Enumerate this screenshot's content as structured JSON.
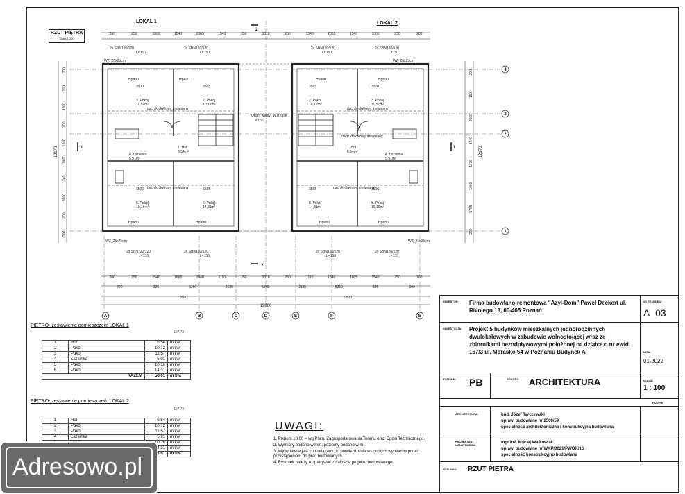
{
  "plan": {
    "title": "RZUT PIĘTRA",
    "scale_label": "Skala 1:100",
    "lokal_1": "LOKAL 1",
    "lokal_2": "LOKAL 2",
    "section_mark": "2",
    "section_mark_side": "1",
    "top_dims": [
      "200",
      "250",
      "1000",
      "1540",
      "2065",
      "1540",
      "250",
      "3310",
      "250",
      "1540",
      "2065",
      "1540",
      "1000",
      "250",
      "200"
    ],
    "bottom_dims_1": [
      "200",
      "250",
      "1540",
      "1665",
      "1540",
      "1110",
      "250",
      "3310",
      "250",
      "1110",
      "1540",
      "1665",
      "1540",
      "250",
      "200"
    ],
    "bottom_dims_2": [
      "200",
      "325",
      "5260",
      "2135",
      "1780",
      "2135",
      "5260",
      "325",
      "200"
    ],
    "bottom_dims_3": [
      "9500",
      "9500"
    ],
    "bottom_total": "19000",
    "axes_x": [
      "A",
      "B",
      "C",
      "D",
      "E",
      "F",
      "B"
    ],
    "axes_y": [
      "4",
      "3",
      "2",
      "1"
    ],
    "left_dims": [
      "200",
      "150",
      "1300",
      "200",
      "1240",
      "1860",
      "1240",
      "3600",
      "200",
      "200"
    ],
    "left_total": "12170",
    "right_dims": [
      "200",
      "150",
      "2560",
      "1240",
      "1175",
      "1860",
      "5755",
      "200"
    ],
    "right_total": "12170",
    "lintel_left": "2x SBN120/120",
    "lintel_length": "L=150",
    "window_label_1": "WZ_25x25cm",
    "window_label_2": "WZ_25x25cm",
    "hp": "Hp=80",
    "ceiling_note": "dach krokwiowy drewniany",
    "shaft_note": "Otwór wentyl. w stropie",
    "shaft_dim": "ø150",
    "rooms_l1": [
      {
        "no": "3. Pokój",
        "area": "11,57m²",
        "w": "3500"
      },
      {
        "no": "2. Pokój",
        "area": "10,12m²",
        "w": "3565"
      },
      {
        "no": "1. Hol",
        "area": "6,54m²",
        "w": ""
      },
      {
        "no": "4. Łazienka",
        "area": "5,91m²",
        "w": ""
      },
      {
        "no": "5. Pokój",
        "area": "10,16m²",
        "w": "3500"
      },
      {
        "no": "6. Pokój",
        "area": "14,31m²",
        "w": "3565"
      }
    ],
    "rooms_l2": [
      {
        "no": "2. Pokój",
        "area": "10,12m²",
        "w": "3565"
      },
      {
        "no": "3. Pokój",
        "area": "11,57m²",
        "w": "3500"
      },
      {
        "no": "1. Hol",
        "area": "6,54m²",
        "w": ""
      },
      {
        "no": "4. Łazienka",
        "area": "5,91m²",
        "w": ""
      },
      {
        "no": "6. Pokój",
        "area": "14,31m²",
        "w": "3565"
      },
      {
        "no": "5. Pokój",
        "area": "10,16m²",
        "w": "3500"
      }
    ]
  },
  "tables": [
    {
      "caption": "PIĘTRO- zestawienie pomieszczeń: LOKAL 1",
      "tick": "137,78",
      "rows": [
        [
          "1",
          "Hol",
          "6,54",
          "m kw."
        ],
        [
          "2",
          "Pokój",
          "10,12",
          "m kw."
        ],
        [
          "3",
          "Pokój",
          "11,57",
          "m kw."
        ],
        [
          "4",
          "Łazienka",
          "5,91",
          "m kw."
        ],
        [
          "5",
          "Pokój",
          "10,16",
          "m kw."
        ],
        [
          "6",
          "Pokój",
          "14,31",
          "m kw."
        ]
      ],
      "total_label": "RAZEM",
      "total_value": "58,61",
      "total_unit": "m kw."
    },
    {
      "caption": "PIĘTRO- zestawienie pomieszczeń: LOKAL 2",
      "tick": "137,78",
      "rows": [
        [
          "1",
          "Hol",
          "6,54",
          "m kw."
        ],
        [
          "2",
          "Pokój",
          "10,12",
          "m kw."
        ],
        [
          "3",
          "Pokój",
          "11,57",
          "m kw."
        ],
        [
          "4",
          "Łazienka",
          "5,91",
          "m kw."
        ],
        [
          "5",
          "Pokój",
          "10,16",
          "m kw."
        ],
        [
          "6",
          "Pokój",
          "14,31",
          "m kw."
        ]
      ],
      "total_label": "RAZEM",
      "total_value": "58,61",
      "total_unit": "m kw."
    }
  ],
  "notes": {
    "heading": "UWAGI:",
    "items": [
      "1.  Poziom ±0.00 = wg Planu Zagospodarowania Terenu oraz Opisu Technicznego.",
      "2.  Wymiary podano w mm; poziomy podano w m.",
      "3.  Wykonawca jest zobowiązany do potwierdzenia wszystkich wymiarów przed przystąpieniem do prac budowlanych.",
      "4.  Rysunek należy rozpatrywać z całością projektu budowlanego."
    ]
  },
  "title_block": {
    "investor_label": "INWESTOR:",
    "investor": "Firma budowlano-remontowa \"Azyl-Dom\" Paweł Deckert ul. Rivolego 13, 60-465 Poznań",
    "drawing_no_label": "NR RYSUNKU:",
    "drawing_no": "A_03",
    "project_label": "INWESTYCJA:",
    "project": "Projekt 5 budynków mieszkalnych jednorodzinnych dwulokalowych w zabudowie wolnostojącej wraz ze zbiornikami bezodpływowymi położonej na działce o nr ewid. 167/3 ul. Morasko 54 w Poznaniu Budynek A",
    "date_label": "DATA:",
    "date": "01.2022",
    "stage_label": "STADIUM:",
    "stage": "PB",
    "branch_label": "BRANŻA:",
    "branch": "ARCHITEKTURA",
    "scale_label": "SKALA:",
    "scale": "1 : 100",
    "signature_label": "PODPIS",
    "architect_label": "ARCHITEKTURA:",
    "architect": [
      "bud. Józef Tarczewski",
      "upraw. budowlane nr 2500/59",
      "specjalność architektoniczna i konstrukcyjna budowlana"
    ],
    "designer_label": "PROJEKTANT KONSTRUKCJI:",
    "designer": [
      "mgr inż. Maciej Walkowiak",
      "upraw. budowlane nr WKP/0021/PWOK/16",
      "specjalność konstrukcyjno budowlana"
    ],
    "drawing_label": "RYSUNEK:",
    "drawing": "RZUT PIĘTRA"
  },
  "watermark": "Adresowo.pl"
}
